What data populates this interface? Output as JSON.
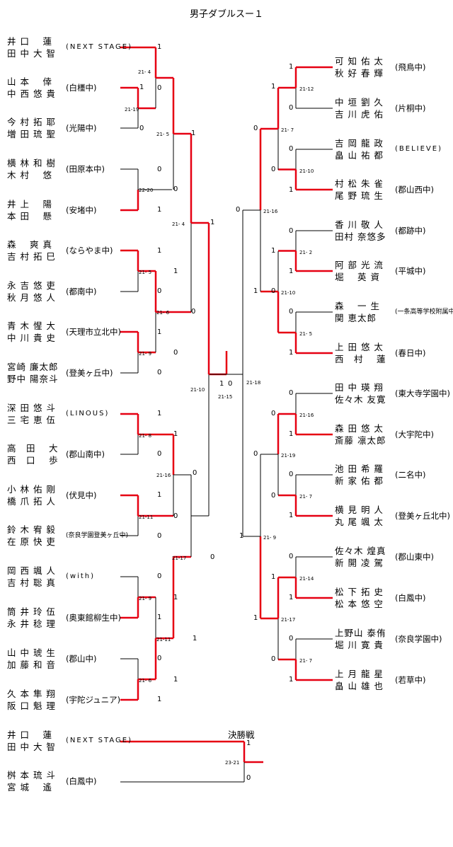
{
  "title": "男子ダブルスー１",
  "final_label": "決勝戦",
  "left_entries": [
    {
      "p1": "井 口　 蓮",
      "p2": "田 中 大 智",
      "team": "(NEXT STAGE)"
    },
    {
      "p1": "山 本　 倖",
      "p2": "中 西 悠 貴",
      "team": "(白橿中)"
    },
    {
      "p1": "今 村 拓 耶",
      "p2": "増 田 琉 聖",
      "team": "(光陽中)"
    },
    {
      "p1": "横 林 和 樹",
      "p2": "木 村　 悠",
      "team": "(田原本中)"
    },
    {
      "p1": "井 上　 陽",
      "p2": "本 田　 懸",
      "team": "(安堵中)"
    },
    {
      "p1": "森　 爽 真",
      "p2": "吉 村 拓 巳",
      "team": "(ならやま中)"
    },
    {
      "p1": "永 吉 悠 吏",
      "p2": "秋 月 悠 人",
      "team": "(都南中)"
    },
    {
      "p1": "青 木 惺 大",
      "p2": "中 川 貴 史",
      "team": "(天理市立北中)"
    },
    {
      "p1": "宮崎 廉太郎",
      "p2": "野中 陽奈斗",
      "team": "(登美ヶ丘中)"
    },
    {
      "p1": "深 田 悠 斗",
      "p2": "三 宅 恵 伍",
      "team": "(LINOUS)"
    },
    {
      "p1": "高　田　 大",
      "p2": "西　口　 歩",
      "team": "(郡山南中)"
    },
    {
      "p1": "小 林 佑 剛",
      "p2": "橋 爪 拓 人",
      "team": "(伏見中)"
    },
    {
      "p1": "鈴 木 宥 毅",
      "p2": "在 原 快 吏",
      "team": "(奈良学園登美ヶ丘中)"
    },
    {
      "p1": "岡 西 颯 人",
      "p2": "吉 村 聡 真",
      "team": "(with)"
    },
    {
      "p1": "筒 井 玲 伍",
      "p2": "永 井 稔 理",
      "team": "(奥東館柳生中)"
    },
    {
      "p1": "山 中 琥 生",
      "p2": "加 藤 和 音",
      "team": "(郡山中)"
    },
    {
      "p1": "久 本 隼 翔",
      "p2": "阪 口 魁 理",
      "team": "(宇陀ジュニア)"
    }
  ],
  "right_entries": [
    {
      "p1": "可 知 佑 太",
      "p2": "秋 好 春 輝",
      "team": "(飛鳥中)"
    },
    {
      "p1": "中 垣 劉 久",
      "p2": "吉 川 虎 佑",
      "team": "(片桐中)"
    },
    {
      "p1": "吉 岡 龍 政",
      "p2": "畠 山 祐 都",
      "team": "(BELIEVE)"
    },
    {
      "p1": "村 松 朱 雀",
      "p2": "尾 野 琉 生",
      "team": "(郡山西中)"
    },
    {
      "p1": "香 川 敬 人",
      "p2": "田村 奈悠多",
      "team": "(都跡中)"
    },
    {
      "p1": "阿 部 光 流",
      "p2": "堀　 英 資",
      "team": "(平城中)"
    },
    {
      "p1": "森　 一 生",
      "p2": "関 恵太郎",
      "team": "(一条高等学校附属中)"
    },
    {
      "p1": "上 田 悠 太",
      "p2": "西　村　 蓮",
      "team": "(春日中)"
    },
    {
      "p1": "田 中 瑛 翔",
      "p2": "佐々木 友寛",
      "team": "(東大寺学園中)"
    },
    {
      "p1": "森 田 悠 太",
      "p2": "斎藤 凛太郎",
      "team": "(大宇陀中)"
    },
    {
      "p1": "池 田 希 羅",
      "p2": "新 家 佑 都",
      "team": "(二名中)"
    },
    {
      "p1": "横 見 明 人",
      "p2": "丸 尾 颯 太",
      "team": "(登美ヶ丘北中)"
    },
    {
      "p1": "佐々木 煌真",
      "p2": "新 開 凌 駕",
      "team": "(郡山東中)"
    },
    {
      "p1": "松 下 拓 史",
      "p2": "松 本 悠 空",
      "team": "(白鳳中)"
    },
    {
      "p1": "上野山 泰侑",
      "p2": "堀 川 寛 貴",
      "team": "(奈良学園中)"
    },
    {
      "p1": "上 月 龍 星",
      "p2": "畠 山 雄 也",
      "team": "(若草中)"
    }
  ],
  "final_entries": [
    {
      "p1": "井 口　 蓮",
      "p2": "田 中 大 智",
      "team": "(NEXT STAGE)"
    },
    {
      "p1": "桝 本 琉 斗",
      "p2": "宮 城　 遙",
      "team": "(白鳳中)"
    }
  ],
  "scores": {
    "l1": "21- 4",
    "l2": "21-19",
    "l3": "21- 5",
    "l4": "22-20",
    "l5": "21- 4",
    "l6": "21- 5",
    "l7": "21- 6",
    "l8": "21- 9",
    "l9": "21-10",
    "l10": "21- 8",
    "l11": "21-16",
    "l12": "21-11",
    "l13": "21-17",
    "l14": "21- 9",
    "l15": "21-11",
    "l16": "21- 6",
    "semi": "21-15",
    "center": "21-18",
    "r1": "21-12",
    "r2": "21- 7",
    "r3": "21-10",
    "r4": "21-16",
    "r5": "21- 2",
    "r6": "21-10",
    "r7": "21- 5",
    "r8": "21-16",
    "r9": "21-19",
    "r10": "21- 7",
    "r11": "21- 9",
    "r12": "21-14",
    "r13": "21-17",
    "r14": "21- 7",
    "final": "23-21"
  },
  "marks": {
    "win": "1",
    "lose": "0"
  },
  "colors": {
    "win_line": "#e60012",
    "lose_line": "#000000"
  }
}
